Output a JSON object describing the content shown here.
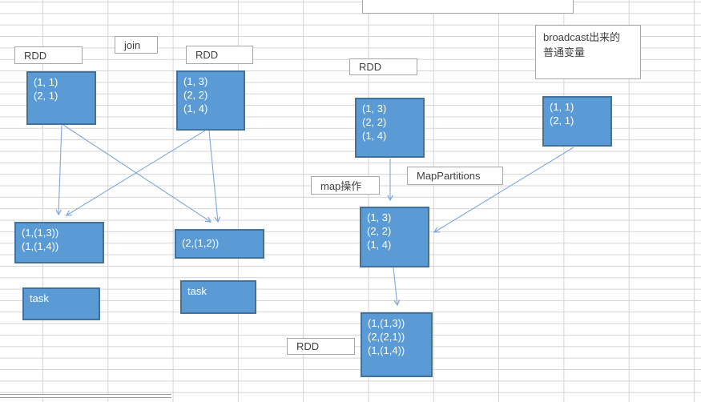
{
  "colors": {
    "node_fill": "#5b9bd5",
    "node_border": "#41719c",
    "node_text": "#ffffff",
    "arrow": "#7da7dc",
    "grid_line": "#d4d4d4",
    "label_border": "#a6a6a6",
    "label_text": "#3f3f3f",
    "page_break_line": "#9b9b9b"
  },
  "labels": {
    "rdd_left": "RDD",
    "join": "join",
    "rdd_mid": "RDD",
    "rdd_right": "RDD",
    "map_operation": "map操作",
    "map_partitions": "MapPartitions",
    "broadcast_line1": "broadcast出来的",
    "broadcast_line2": "普通变量",
    "rdd_bottom": "RDD"
  },
  "nodes": {
    "left_input": {
      "lines": [
        "(1, 1)",
        "(2, 1)"
      ]
    },
    "mid_input": {
      "lines": [
        "(1, 3)",
        "(2, 2)",
        "(1, 4)"
      ]
    },
    "join_result_a": {
      "lines": [
        "(1,(1,3))",
        "(1,(1,4))"
      ]
    },
    "join_result_b": {
      "lines": [
        "(2,(1,2))"
      ]
    },
    "task_left": {
      "lines": [
        "task"
      ]
    },
    "task_right": {
      "lines": [
        "task"
      ]
    },
    "right_input": {
      "lines": [
        "(1, 3)",
        "(2, 2)",
        "(1, 4)"
      ]
    },
    "broadcast_var": {
      "lines": [
        "(1, 1)",
        "(2, 1)"
      ]
    },
    "map_result": {
      "lines": [
        "(1, 3)",
        "(2, 2)",
        "(1, 4)"
      ]
    },
    "final_result": {
      "lines": [
        "(1,(1,3))",
        "(2,(2,1))",
        "(1,(1,4))"
      ]
    }
  }
}
